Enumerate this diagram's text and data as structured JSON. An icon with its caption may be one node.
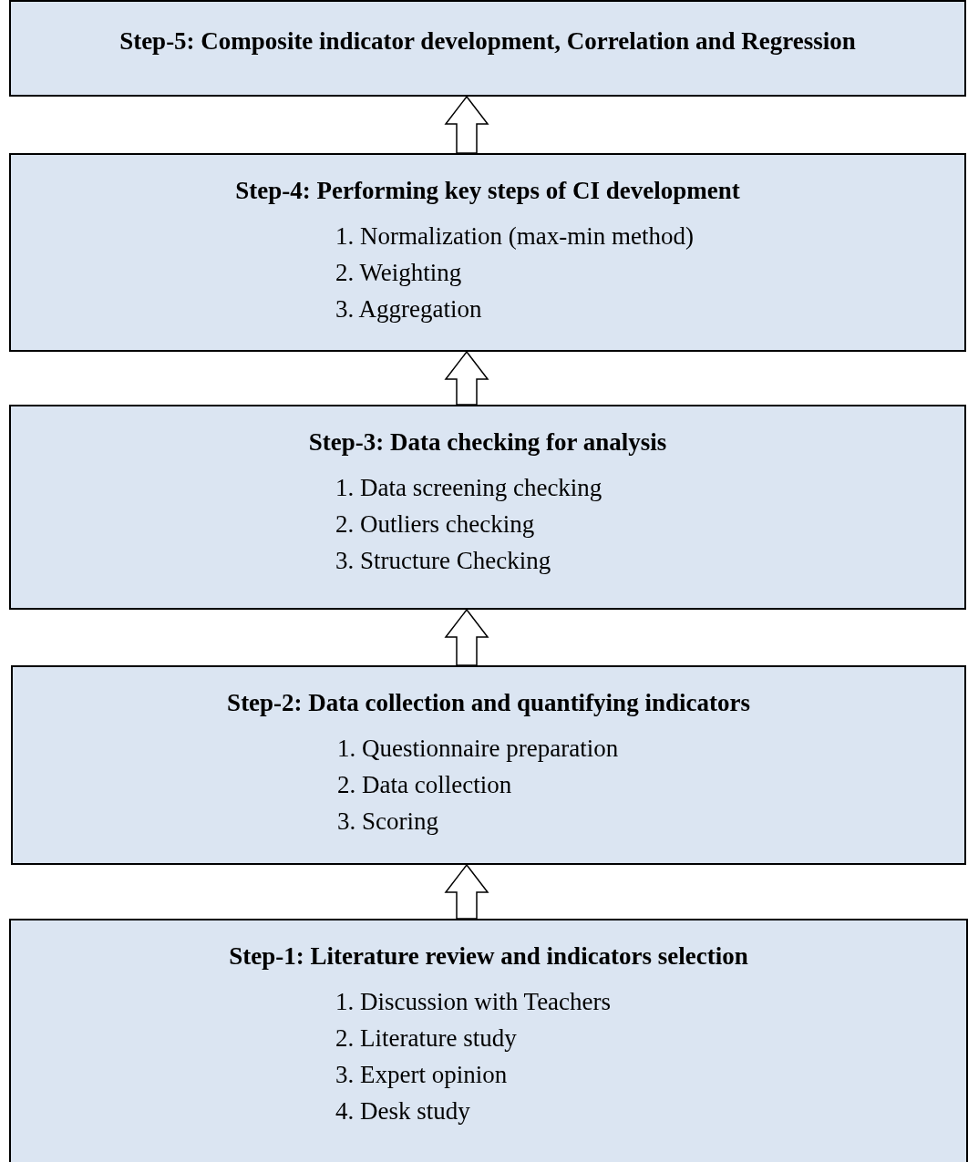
{
  "diagram": {
    "nodes": [
      {
        "text": [
          "Step-5: Composite indicator development, Correlation and Regression"
        ]
      },
      {
        "text": [
          "Step-4: Performing key steps of CI development",
          "1. Normalization (max-min method)",
          "2. Weighting",
          "3. Aggregation"
        ]
      },
      {
        "text": [
          "Step-3: Data checking for analysis",
          "1. Data screening checking",
          "2. Outliers checking",
          "3. Structure Checking"
        ]
      },
      {
        "text": [
          "Step-2: Data collection and quantifying indicators",
          "1. Questionnaire preparation",
          "2. Data collection",
          "3. Scoring"
        ]
      },
      {
        "text": [
          "Step-1: Literature review and indicators selection",
          "1. Discussion with Teachers",
          "2. Literature study",
          "3. Expert opinion",
          "4. Desk study"
        ]
      }
    ],
    "edges": [
      {
        "from": 4,
        "to": 3,
        "arrow": "to"
      },
      {
        "from": 3,
        "to": 2,
        "arrow": "to"
      },
      {
        "from": 2,
        "to": 1,
        "arrow": "to"
      },
      {
        "from": 1,
        "to": 0,
        "arrow": "to"
      }
    ]
  }
}
